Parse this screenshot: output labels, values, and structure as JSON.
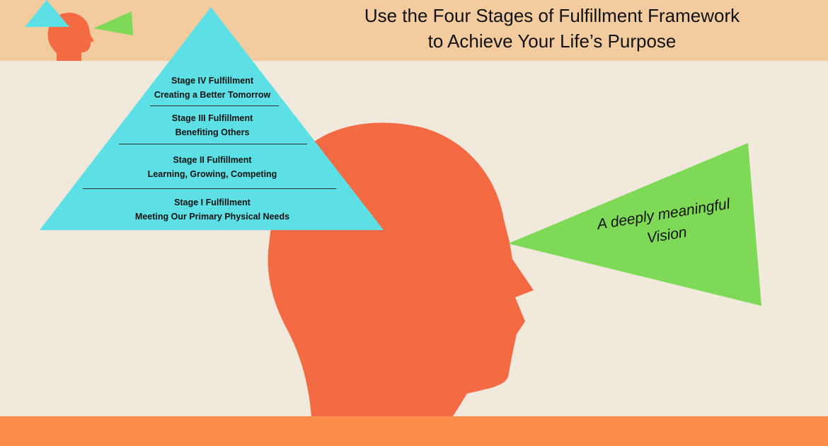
{
  "title": {
    "line1": "Use the Four Stages of Fulfillment Framework",
    "line2": "to Achieve Your Life’s Purpose"
  },
  "pyramid": {
    "stages": [
      {
        "name": "Stage IV Fulfillment",
        "desc": "Creating a Better Tomorrow"
      },
      {
        "name": "Stage III Fulfillment",
        "desc": "Benefiting Others"
      },
      {
        "name": "Stage II Fulfillment",
        "desc": "Learning, Growing, Competing"
      },
      {
        "name": "Stage I Fulfillment",
        "desc": "Meeting Our Primary Physical Needs"
      }
    ]
  },
  "vision": {
    "line1": "A deeply meaningful",
    "line2": "Vision"
  },
  "colors": {
    "pyramid": "#5ce0e6",
    "head": "#f46a42",
    "vision_cone": "#7ed957",
    "background": "#f0e9dc",
    "header_band": "#f2cc9e",
    "footer_band": "#fd8d4b"
  },
  "icons": {
    "logo": "head-with-pyramid-and-vision-logo-icon",
    "head": "head-silhouette-icon",
    "pyramid": "pyramid-icon",
    "vision": "vision-cone-icon"
  }
}
